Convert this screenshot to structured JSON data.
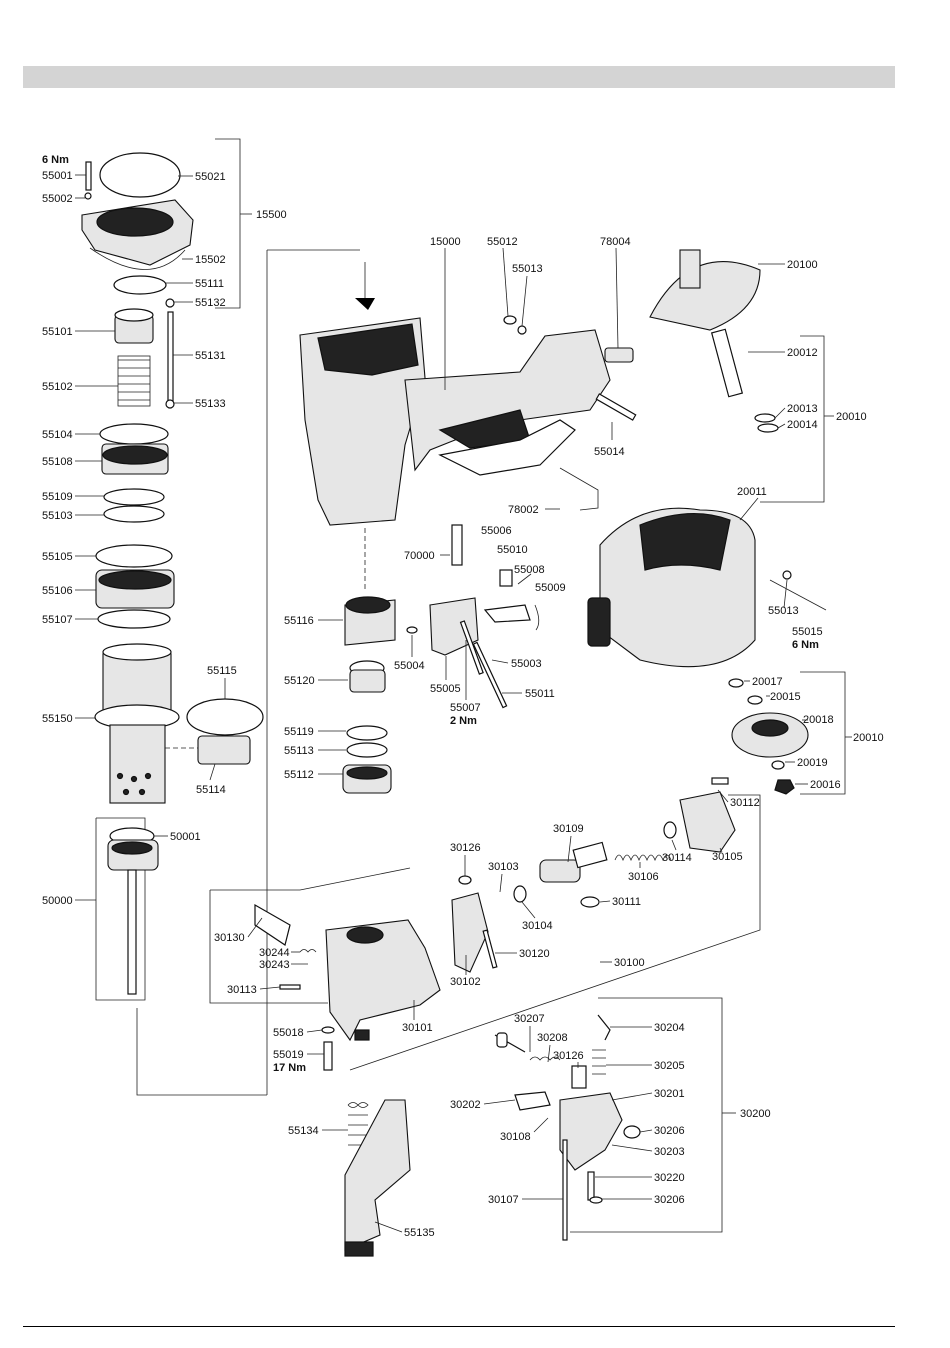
{
  "labels": {
    "t55001_nm": "6 Nm",
    "t55001": "55001",
    "t55002": "55002",
    "t55021": "55021",
    "t15500": "15500",
    "t15502": "15502",
    "t55111": "55111",
    "t55132": "55132",
    "t55101": "55101",
    "t55131": "55131",
    "t55102": "55102",
    "t55133": "55133",
    "t55104": "55104",
    "t55108": "55108",
    "t55109": "55109",
    "t55103": "55103",
    "t55105": "55105",
    "t55106": "55106",
    "t55107": "55107",
    "t55115": "55115",
    "t55150": "55150",
    "t55114": "55114",
    "t50001": "50001",
    "t50000": "50000",
    "t15000": "15000",
    "t55012": "55012",
    "t55013a": "55013",
    "t78004": "78004",
    "t20100": "20100",
    "t20012": "20012",
    "t20013": "20013",
    "t20014": "20014",
    "t20010a": "20010",
    "t55014": "55014",
    "t20011": "20011",
    "t78002": "78002",
    "t55006": "55006",
    "t55010": "55010",
    "t70000": "70000",
    "t55008": "55008",
    "t55009": "55009",
    "t55013b": "55013",
    "t55015": "55015",
    "t55015_nm": "6 Nm",
    "t55116": "55116",
    "t55004": "55004",
    "t55003": "55003",
    "t55120": "55120",
    "t55005": "55005",
    "t55011": "55011",
    "t55007": "55007",
    "t55007_nm": "2 Nm",
    "t20017": "20017",
    "t20015": "20015",
    "t20018": "20018",
    "t20010b": "20010",
    "t20019": "20019",
    "t20016": "20016",
    "t55119": "55119",
    "t55113": "55113",
    "t55112": "55112",
    "t30112": "30112",
    "t30109": "30109",
    "t30126a": "30126",
    "t30103": "30103",
    "t30114": "30114",
    "t30105": "30105",
    "t30106": "30106",
    "t30111": "30111",
    "t30104": "30104",
    "t30130": "30130",
    "t30244": "30244",
    "t30243": "30243",
    "t30120": "30120",
    "t30100": "30100",
    "t30102": "30102",
    "t30113": "30113",
    "t30101": "30101",
    "t55018": "55018",
    "t30207": "30207",
    "t30204": "30204",
    "t30208": "30208",
    "t55019": "55019",
    "t55019_nm": "17 Nm",
    "t30126b": "30126",
    "t30205": "30205",
    "t30201": "30201",
    "t30202": "30202",
    "t30200": "30200",
    "t55134": "55134",
    "t30108": "30108",
    "t30206a": "30206",
    "t30203": "30203",
    "t30220": "30220",
    "t30107": "30107",
    "t30206b": "30206",
    "t55135": "55135"
  }
}
